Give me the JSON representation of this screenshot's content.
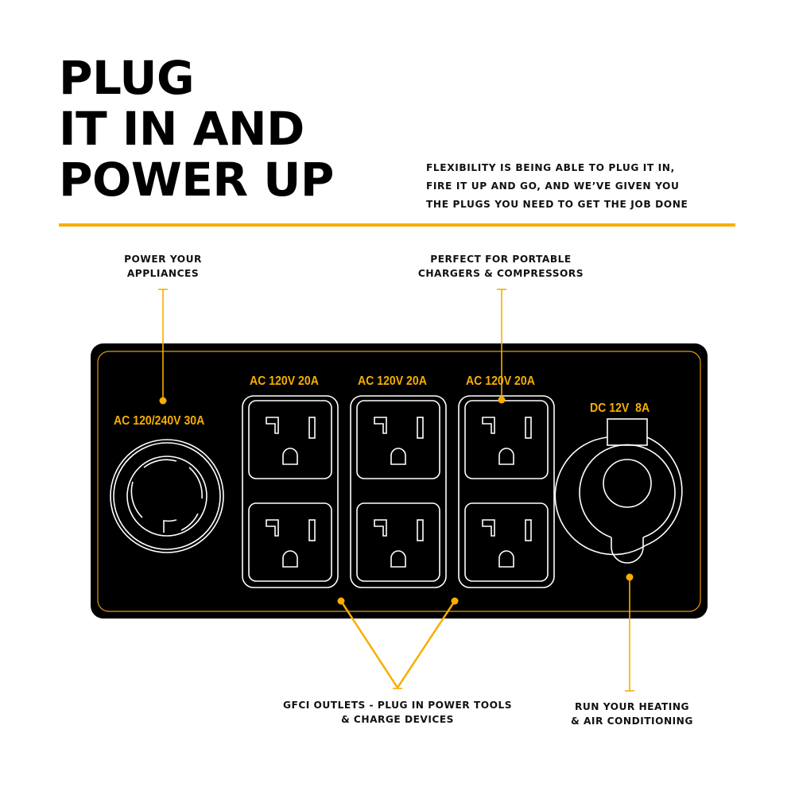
{
  "headline": {
    "lines": [
      "PLUG",
      "IT IN AND",
      "POWER UP"
    ]
  },
  "tagline": {
    "lines": [
      "FLEXIBILITY IS BEING ABLE TO PLUG IT IN,",
      "FIRE IT UP AND GO, AND WE’VE GIVEN YOU",
      "THE PLUGS YOU NEED TO GET THE JOB DONE"
    ]
  },
  "colors": {
    "accent": "#F7AE00",
    "panel": "#000000",
    "panel_border": "#E09A10",
    "outline": "#FFFFFF",
    "text": "#111111"
  },
  "callouts": {
    "appliances": {
      "lines": [
        "POWER YOUR",
        "APPLIANCES"
      ]
    },
    "portable": {
      "lines": [
        "PERFECT FOR PORTABLE",
        "CHARGERS & COMPRESSORS"
      ]
    },
    "gfci": {
      "lines": [
        "GFCI OUTLETS - PLUG IN POWER TOOLS",
        "& CHARGE DEVICES"
      ]
    },
    "heating": {
      "lines": [
        "RUN YOUR HEATING",
        "& AIR CONDITIONING"
      ]
    }
  },
  "panel": {
    "twist_lock": {
      "label": "AC 120/240V 30A"
    },
    "outlets": [
      {
        "label": "AC 120V 20A",
        "receptacles": 2
      },
      {
        "label": "AC 120V 20A",
        "receptacles": 2
      },
      {
        "label": "AC 120V 20A",
        "receptacles": 2
      }
    ],
    "dc": {
      "label": "DC 12V  8A"
    }
  }
}
